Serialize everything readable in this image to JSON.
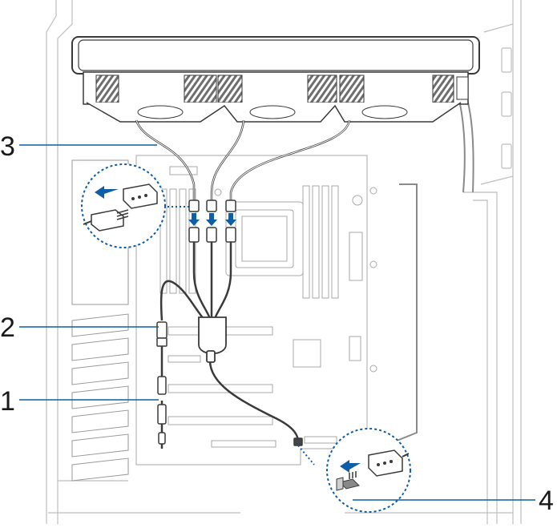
{
  "callouts": {
    "c1": "1",
    "c2": "2",
    "c3": "3",
    "c4": "4"
  },
  "colors": {
    "line": "#4a4a4a",
    "leader": "#0f5ea8",
    "arrow": "#0f5ea8",
    "dotted": "#0f5ea8",
    "fan_blade": "#6e6e6e",
    "case": "#cfcfcf"
  }
}
